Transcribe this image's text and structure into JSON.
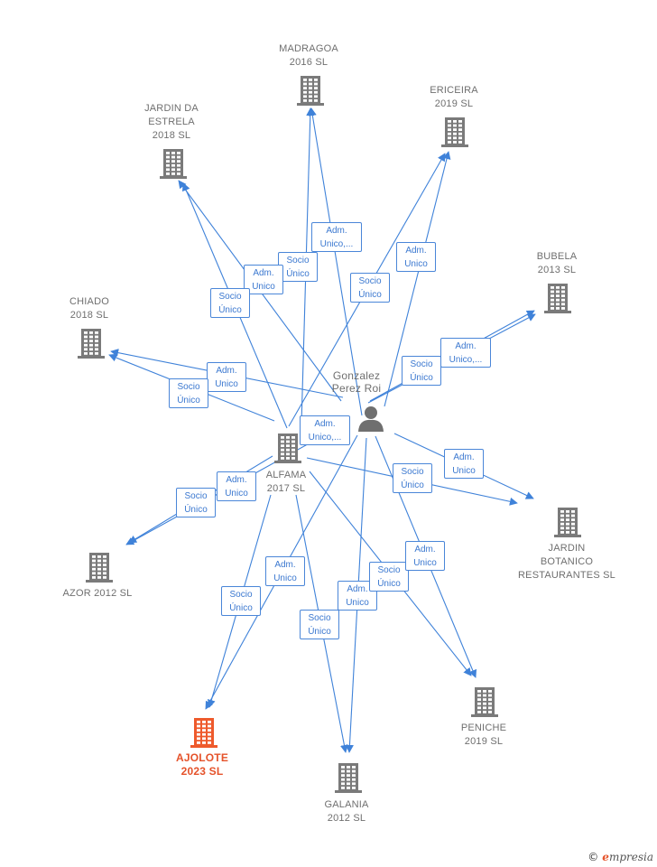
{
  "colors": {
    "link": "#3f82d9",
    "building": "#7a7a7a",
    "building_main": "#ee5a2c",
    "person": "#6f6f6f"
  },
  "nodes": [
    {
      "id": "madragoa",
      "lines": [
        "MADRAGOA",
        "2016  SL"
      ],
      "icon": "building-icon"
    },
    {
      "id": "jardin_estrela",
      "lines": [
        "JARDIN DA",
        "ESTRELA",
        "2018  SL"
      ],
      "icon": "building-icon"
    },
    {
      "id": "ericeira",
      "lines": [
        "ERICEIRA",
        "2019  SL"
      ],
      "icon": "building-icon"
    },
    {
      "id": "bubela",
      "lines": [
        "BUBELA",
        "2013  SL"
      ],
      "icon": "building-icon"
    },
    {
      "id": "chiado",
      "lines": [
        "CHIADO",
        "2018  SL"
      ],
      "icon": "building-icon"
    },
    {
      "id": "person",
      "lines": [
        "Gonzalez",
        "Perez Roi"
      ],
      "icon": "person-icon"
    },
    {
      "id": "alfama",
      "lines": [
        "ALFAMA",
        "2017  SL"
      ],
      "icon": "building-icon"
    },
    {
      "id": "jardin_botanico",
      "lines": [
        "JARDIN",
        "BOTANICO",
        "RESTAURANTES SL"
      ],
      "icon": "building-icon"
    },
    {
      "id": "azor",
      "lines": [
        "AZOR 2012 SL"
      ],
      "icon": "building-icon"
    },
    {
      "id": "ajolote",
      "lines": [
        "AJOLOTE",
        "2023  SL"
      ],
      "icon": "building-icon",
      "main": true
    },
    {
      "id": "galania",
      "lines": [
        "GALANIA",
        "2012 SL"
      ],
      "icon": "building-icon"
    },
    {
      "id": "peniche",
      "lines": [
        "PENICHE",
        "2019  SL"
      ],
      "icon": "building-icon"
    }
  ],
  "relations": [
    {
      "lines": [
        "Adm.",
        "Unico,..."
      ]
    },
    {
      "lines": [
        "Socio",
        "Único"
      ]
    },
    {
      "lines": [
        "Adm.",
        "Unico"
      ]
    },
    {
      "lines": [
        "Socio",
        "Único"
      ]
    },
    {
      "lines": [
        "Socio",
        "Único"
      ]
    },
    {
      "lines": [
        "Adm.",
        "Unico"
      ]
    },
    {
      "lines": [
        "Socio",
        "Único"
      ]
    },
    {
      "lines": [
        "Adm.",
        "Unico,..."
      ]
    },
    {
      "lines": [
        "Adm.",
        "Unico"
      ]
    },
    {
      "lines": [
        "Socio",
        "Único"
      ]
    },
    {
      "lines": [
        "Adm.",
        "Unico,..."
      ]
    },
    {
      "lines": [
        "Adm.",
        "Unico"
      ]
    },
    {
      "lines": [
        "Socio",
        "Único"
      ]
    },
    {
      "lines": [
        "Adm.",
        "Unico"
      ]
    },
    {
      "lines": [
        "Socio",
        "Único"
      ]
    },
    {
      "lines": [
        "Adm.",
        "Unico"
      ]
    },
    {
      "lines": [
        "Socio",
        "Único"
      ]
    },
    {
      "lines": [
        "Adm.",
        "Unico"
      ]
    },
    {
      "lines": [
        "Socio",
        "Único"
      ]
    },
    {
      "lines": [
        "Adm.",
        "Unico"
      ]
    },
    {
      "lines": [
        "Socio",
        "Único"
      ]
    },
    {
      "lines": [
        "Adm.",
        "Unico"
      ]
    },
    {
      "lines": [
        "Socio",
        "Único"
      ]
    }
  ],
  "brand": {
    "copyright": "©",
    "initial": "e",
    "name": "mpresia"
  }
}
